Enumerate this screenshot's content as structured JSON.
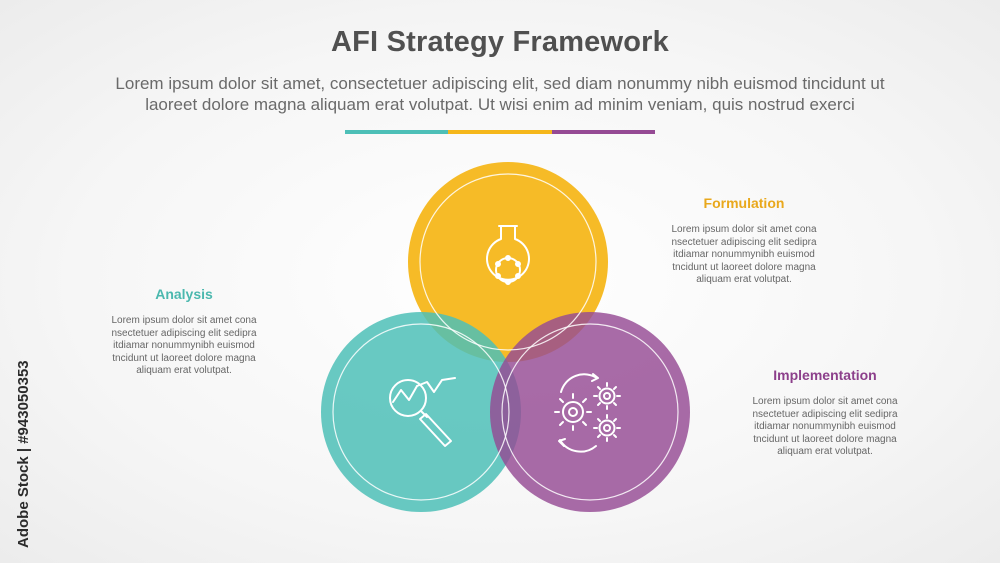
{
  "title": "AFI Strategy Framework",
  "subtitle_line1": "Lorem ipsum dolor sit amet, consectetuer adipiscing elit, sed diam nonummy nibh euismod tincidunt ut",
  "subtitle_line2": "laoreet dolore magna aliquam erat volutpat. Ut wisi enim ad minim veniam, quis nostrud exerci",
  "colors": {
    "teal": "#4dbfb7",
    "yellow": "#f5b71b",
    "purple": "#954a94",
    "formulation_label": "#e9a81c",
    "analysis_label": "#4bb8ae",
    "implementation_label": "#8c3f8b"
  },
  "sections": {
    "formulation": {
      "label": "Formulation",
      "icon": "flask-icon",
      "lines": [
        "Lorem ipsum dolor sit amet cona",
        "nsectetuer adipiscing elit sedipra",
        "itdiamar nonummynibh euismod",
        "tncidunt ut laoreet dolore magna",
        "aliquam erat volutpat."
      ]
    },
    "analysis": {
      "label": "Analysis",
      "icon": "magnifier-chart-icon",
      "lines": [
        "Lorem ipsum dolor sit amet cona",
        "nsectetuer adipiscing elit sedipra",
        "itdiamar nonummynibh euismod",
        "tncidunt ut laoreet dolore magna",
        "aliquam erat volutpat."
      ]
    },
    "implementation": {
      "label": "Implementation",
      "icon": "gears-icon",
      "lines": [
        "Lorem ipsum dolor sit amet cona",
        "nsectetuer adipiscing elit sedipra",
        "itdiamar nonummynibh euismod",
        "tncidunt ut laoreet dolore magna",
        "aliquam erat volutpat."
      ]
    }
  },
  "watermark_side": "Adobe Stock | #943050353"
}
